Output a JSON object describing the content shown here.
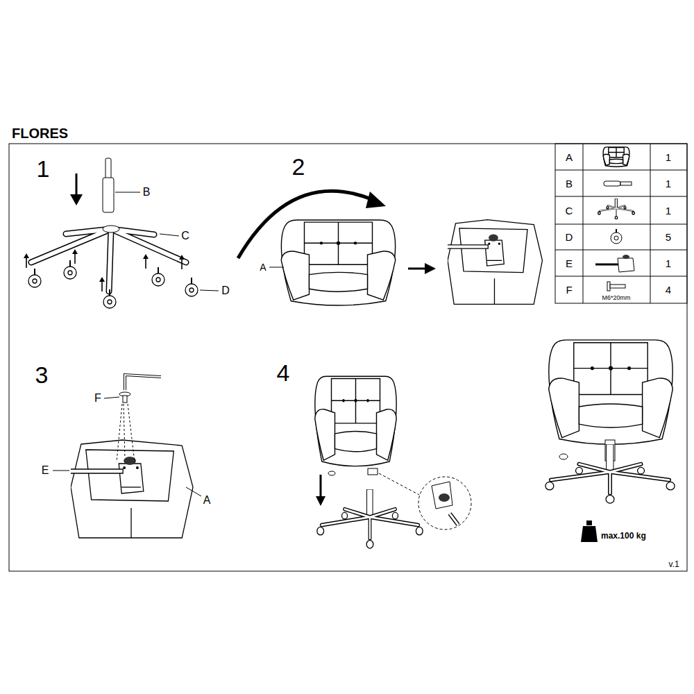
{
  "diagram": {
    "title": "FLORES",
    "labels": [
      "1",
      "B",
      "C",
      "D",
      "2",
      "A",
      "A",
      "1",
      "B",
      "1",
      "C",
      "1",
      "D",
      "5",
      "E",
      "1",
      "F",
      "M6*20mm",
      "4",
      "3",
      "F",
      "E",
      "A",
      "4",
      "max.100 kg",
      "v.1"
    ]
  }
}
